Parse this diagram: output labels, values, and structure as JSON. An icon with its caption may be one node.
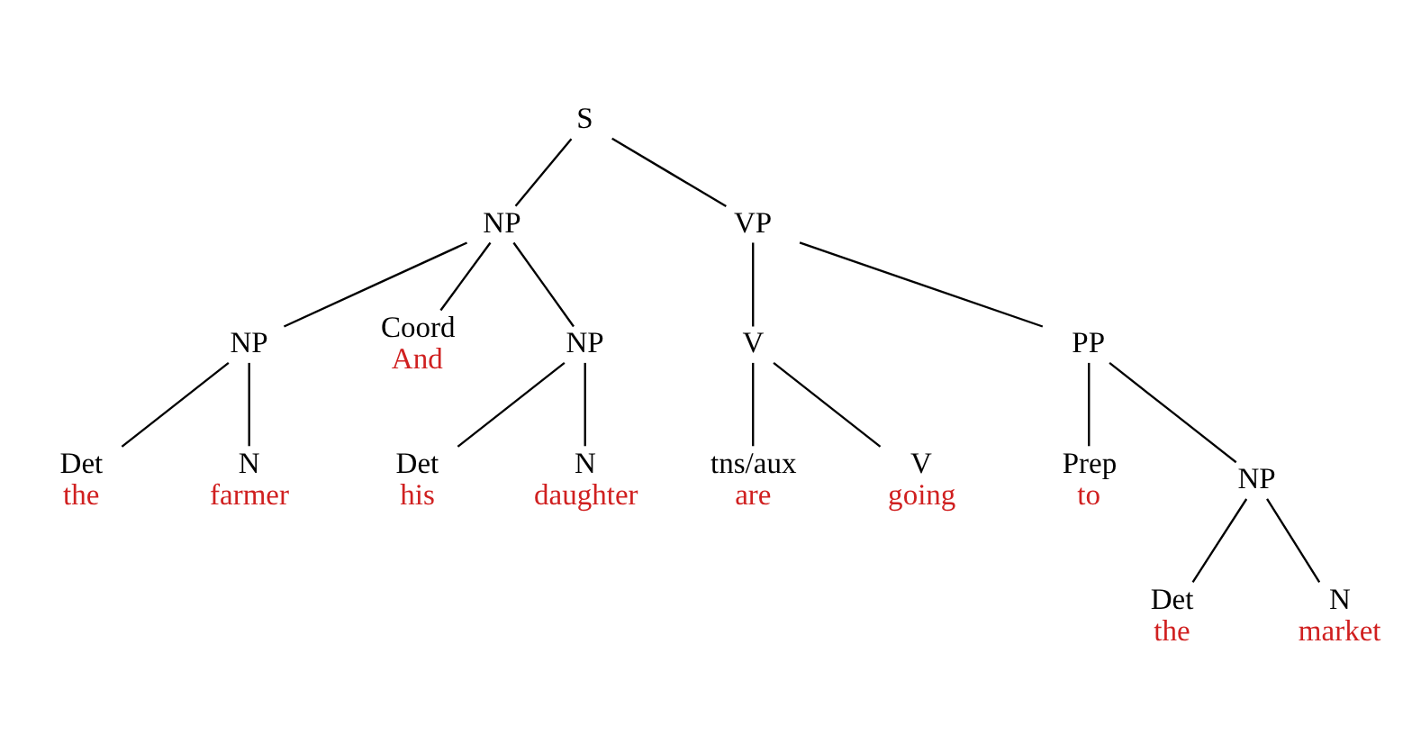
{
  "diagram": {
    "nodes": [
      {
        "text": [
          "S"
        ]
      },
      {
        "text": [
          "NP"
        ]
      },
      {
        "text": [
          "VP"
        ]
      },
      {
        "text": [
          "NP"
        ]
      },
      {
        "text": [
          "Coord",
          "And"
        ]
      },
      {
        "text": [
          "NP"
        ]
      },
      {
        "text": [
          "V"
        ]
      },
      {
        "text": [
          "PP"
        ]
      },
      {
        "text": [
          "Det",
          "the"
        ]
      },
      {
        "text": [
          "N",
          "farmer"
        ]
      },
      {
        "text": [
          "Det",
          "his"
        ]
      },
      {
        "text": [
          "N",
          "daughter"
        ]
      },
      {
        "text": [
          "tns/aux",
          "are"
        ]
      },
      {
        "text": [
          "V",
          "going"
        ]
      },
      {
        "text": [
          "Prep",
          "to"
        ]
      },
      {
        "text": [
          "NP"
        ]
      },
      {
        "text": [
          "Det",
          "the"
        ]
      },
      {
        "text": [
          "N",
          "market"
        ]
      }
    ],
    "edges": [
      {
        "from": 0,
        "to": 1,
        "arrow": "none"
      },
      {
        "from": 0,
        "to": 2,
        "arrow": "none"
      },
      {
        "from": 1,
        "to": 3,
        "arrow": "none"
      },
      {
        "from": 1,
        "to": 4,
        "arrow": "none"
      },
      {
        "from": 1,
        "to": 5,
        "arrow": "none"
      },
      {
        "from": 2,
        "to": 6,
        "arrow": "none"
      },
      {
        "from": 2,
        "to": 7,
        "arrow": "none"
      },
      {
        "from": 3,
        "to": 8,
        "arrow": "none"
      },
      {
        "from": 3,
        "to": 9,
        "arrow": "none"
      },
      {
        "from": 5,
        "to": 10,
        "arrow": "none"
      },
      {
        "from": 5,
        "to": 11,
        "arrow": "none"
      },
      {
        "from": 6,
        "to": 12,
        "arrow": "none"
      },
      {
        "from": 6,
        "to": 13,
        "arrow": "none"
      },
      {
        "from": 7,
        "to": 14,
        "arrow": "none"
      },
      {
        "from": 7,
        "to": 15,
        "arrow": "none"
      },
      {
        "from": 15,
        "to": 16,
        "arrow": "none"
      },
      {
        "from": 15,
        "to": 17,
        "arrow": "none"
      }
    ]
  }
}
